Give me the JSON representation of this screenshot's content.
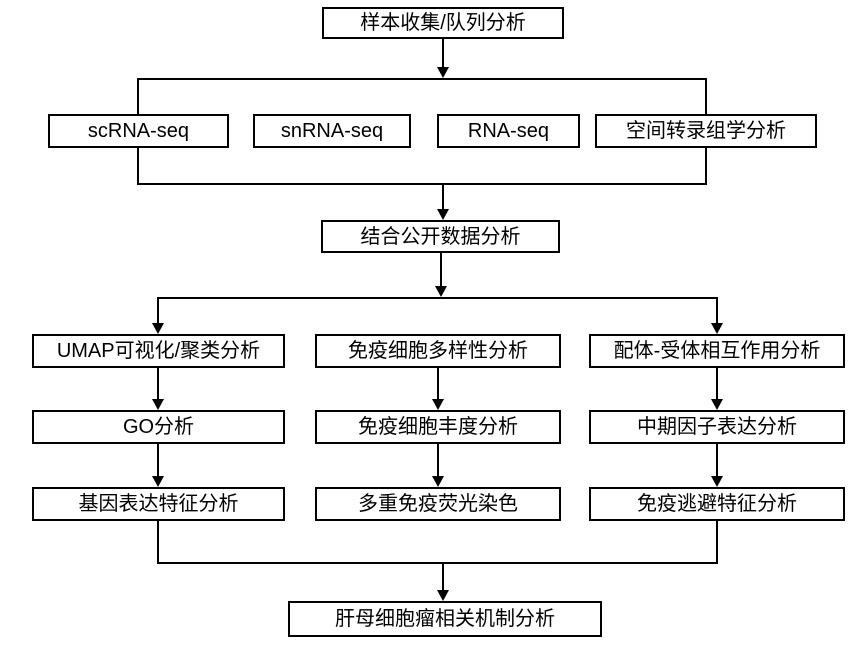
{
  "diagram": {
    "type": "flowchart",
    "colors": {
      "background": "#ffffff",
      "box_border": "#000000",
      "box_fill": "#ffffff",
      "text": "#000000",
      "connector": "#000000"
    },
    "nodes": {
      "sample_collection": {
        "label": "样本收集/队列分析"
      },
      "scrna_seq": {
        "label": "scRNA-seq"
      },
      "snrna_seq": {
        "label": "snRNA-seq"
      },
      "rna_seq": {
        "label": "RNA-seq"
      },
      "spatial_transcriptomics": {
        "label": "空间转录组学分析"
      },
      "public_data": {
        "label": "结合公开数据分析"
      },
      "umap_clustering": {
        "label": "UMAP可视化/聚类分析"
      },
      "immune_diversity": {
        "label": "免疫细胞多样性分析"
      },
      "ligand_receptor": {
        "label": "配体-受体相互作用分析"
      },
      "go_analysis": {
        "label": "GO分析"
      },
      "immune_abundance": {
        "label": "免疫细胞丰度分析"
      },
      "midkine_expression": {
        "label": "中期因子表达分析"
      },
      "gene_signature": {
        "label": "基因表达特征分析"
      },
      "multiplex_if": {
        "label": "多重免疫荧光染色"
      },
      "immune_evasion": {
        "label": "免疫逃避特征分析"
      },
      "mechanism": {
        "label": "肝母细胞瘤相关机制分析"
      }
    },
    "edges": [
      {
        "from": "sample_collection",
        "to": "sequencing_row",
        "arrow": true
      },
      {
        "from": "sequencing_row",
        "to": "public_data",
        "arrow": true
      },
      {
        "from": "public_data",
        "to": "three_columns",
        "arrow": true
      },
      {
        "from": "three_columns",
        "to": "umap_clustering",
        "arrow": true
      },
      {
        "from": "three_columns",
        "to": "ligand_receptor",
        "arrow": true
      },
      {
        "from": "umap_clustering",
        "to": "go_analysis",
        "arrow": true
      },
      {
        "from": "go_analysis",
        "to": "gene_signature",
        "arrow": true
      },
      {
        "from": "immune_diversity",
        "to": "immune_abundance",
        "arrow": true
      },
      {
        "from": "immune_abundance",
        "to": "multiplex_if",
        "arrow": true
      },
      {
        "from": "ligand_receptor",
        "to": "midkine_expression",
        "arrow": true
      },
      {
        "from": "midkine_expression",
        "to": "immune_evasion",
        "arrow": true
      },
      {
        "from": "columns_bottom_rail",
        "to": "mechanism",
        "arrow": true
      }
    ]
  }
}
